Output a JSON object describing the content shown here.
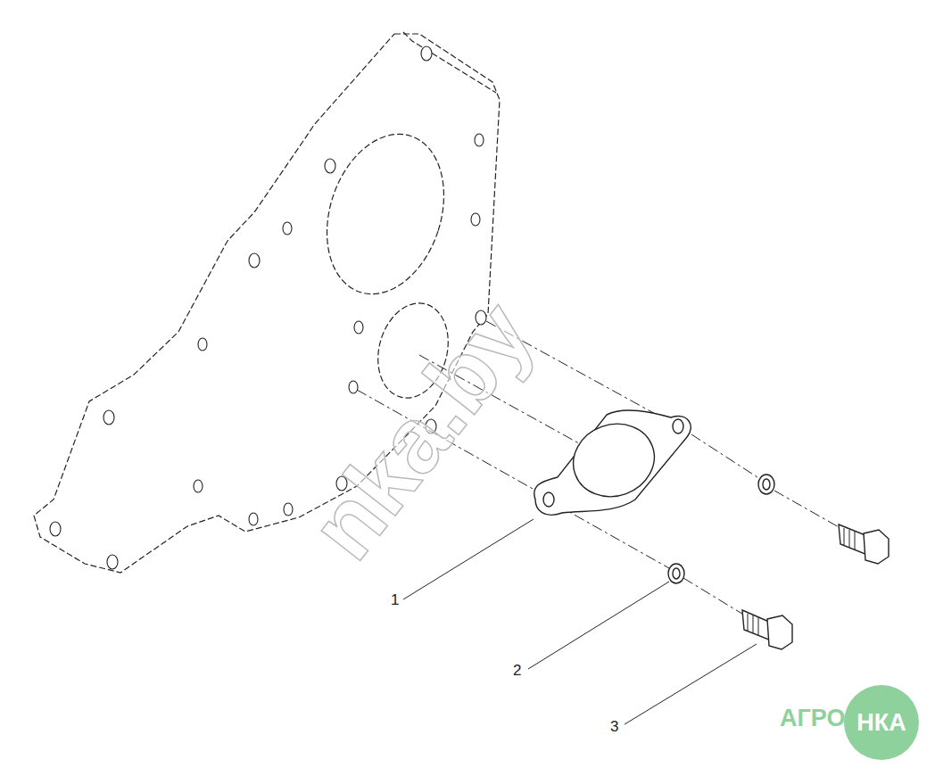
{
  "diagram": {
    "nodes": [
      {
        "text": [
          "НКА"
        ]
      }
    ],
    "labels": [
      "1",
      "2",
      "3",
      "nka.by",
      "АГРО"
    ]
  }
}
